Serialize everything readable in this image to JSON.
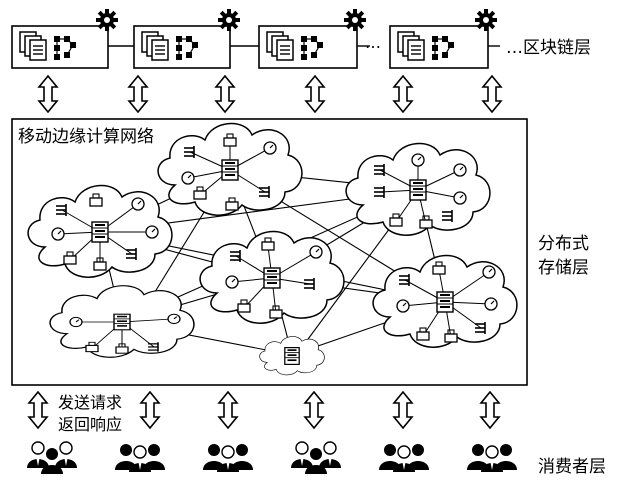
{
  "diagram": {
    "blockchain_layer_label": "…区块链层",
    "ellipsis": "…",
    "edge_network_label": "移动边缘计算网络",
    "storage_layer_label_line1": "分布式",
    "storage_layer_label_line2": "存储层",
    "request_line1": "发送请求",
    "request_line2": "返回响应",
    "consumer_layer_label": "消费者层",
    "blocks": [
      {
        "id": "block-1"
      },
      {
        "id": "block-2"
      },
      {
        "id": "block-3"
      },
      {
        "id": "block-4"
      }
    ],
    "clouds": [
      {
        "id": "cloud-top-center"
      },
      {
        "id": "cloud-top-right"
      },
      {
        "id": "cloud-left"
      },
      {
        "id": "cloud-center"
      },
      {
        "id": "cloud-bottom-left"
      },
      {
        "id": "cloud-bottom-right"
      },
      {
        "id": "cloud-small"
      }
    ],
    "consumer_groups": [
      {
        "id": "group-1"
      },
      {
        "id": "group-2"
      },
      {
        "id": "group-3"
      },
      {
        "id": "group-4"
      },
      {
        "id": "group-5"
      },
      {
        "id": "group-6"
      }
    ],
    "icons": {
      "block": "document-and-qr-icon",
      "gear": "gear-icon",
      "server": "server-icon",
      "consumer": "people-group-icon",
      "arrow": "double-arrow-icon"
    }
  }
}
